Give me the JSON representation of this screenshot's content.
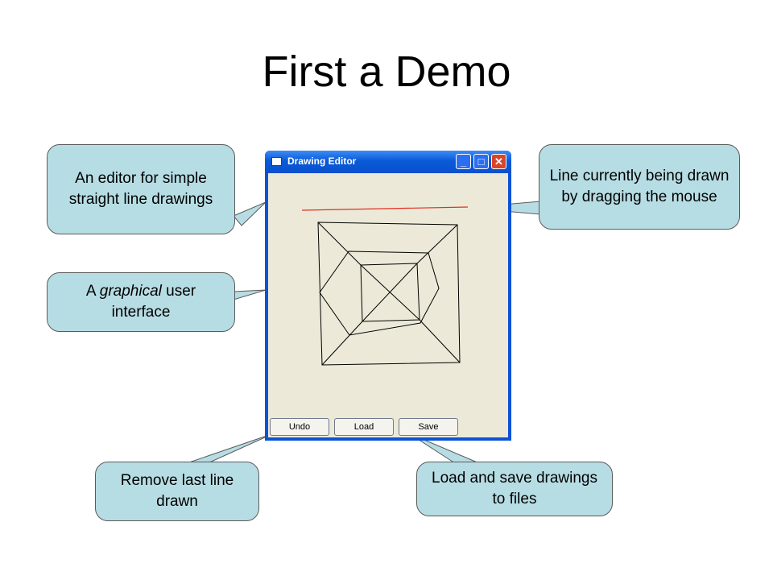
{
  "slide": {
    "title": "First a Demo"
  },
  "window": {
    "title": "Drawing Editor",
    "buttons": {
      "undo": "Undo",
      "load": "Load",
      "save": "Save"
    },
    "title_buttons": {
      "minimize": "_",
      "maximize": "□",
      "close": "✕"
    }
  },
  "callouts": {
    "editor": "An editor for simple straight line drawings",
    "gui_prefix": "A ",
    "gui_emphasis": "graphical",
    "gui_suffix": " user interface",
    "current_line": "Line currently being drawn by dragging the mouse",
    "remove": "Remove last line drawn",
    "load_save": "Load and save drawings to files"
  },
  "colors": {
    "callout_fill": "#b7dde4",
    "rubber_band_line": "#e03020",
    "titlebar": "#0a5ad8"
  }
}
